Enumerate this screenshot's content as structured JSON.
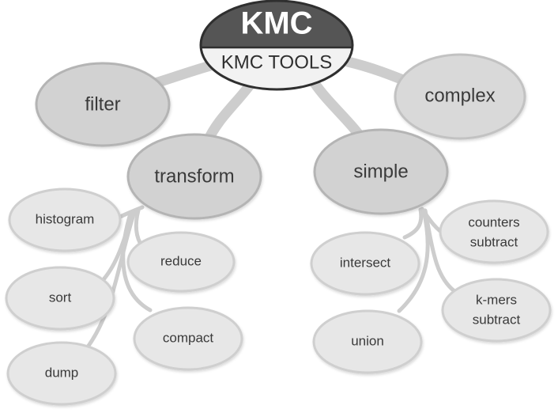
{
  "root": {
    "title": "KMC",
    "subtitle": "KMC TOOLS"
  },
  "nodes": {
    "filter": "filter",
    "complex": "complex",
    "transform": "transform",
    "simple": "simple",
    "histogram": "histogram",
    "reduce": "reduce",
    "sort": "sort",
    "compact": "compact",
    "dump": "dump",
    "intersect": "intersect",
    "counters_subtract_line1": "counters",
    "counters_subtract_line2": "subtract",
    "kmers_subtract_line1": "k-mers",
    "kmers_subtract_line2": "subtract",
    "union": "union"
  },
  "colors": {
    "root_top": "#555555",
    "root_bottom": "#f2f2f2",
    "category_fill": "#d2d2d2",
    "category_stroke": "#b4b4b4",
    "leaf_fill": "#e7e7e7",
    "leaf_stroke": "#cfcfcf",
    "branch": "#cdcdcd",
    "text": "#3a3a3a"
  }
}
